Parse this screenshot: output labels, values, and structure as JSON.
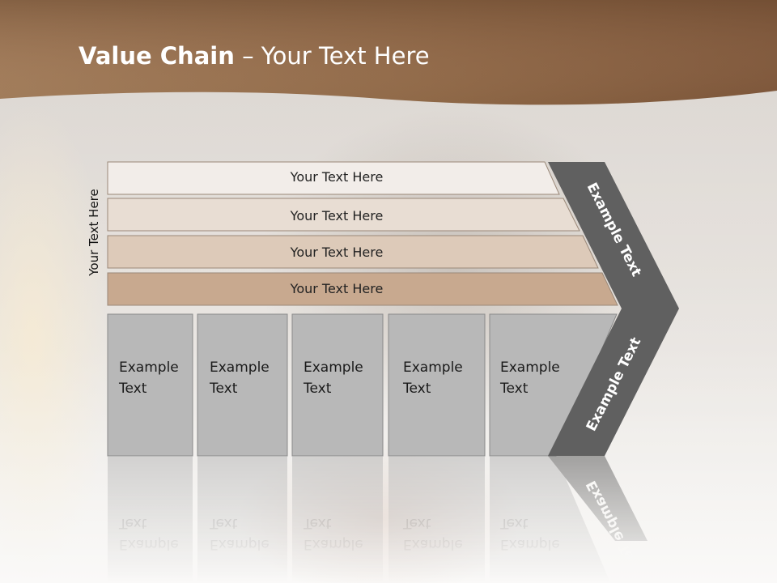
{
  "slide": {
    "title_bold": "Value Chain",
    "title_rest": " – Your Text Here",
    "side_label": "Your Text Here"
  },
  "layers": [
    {
      "label": "Your Text Here",
      "fill": "#f2ede9"
    },
    {
      "label": "Your Text Here",
      "fill": "#e8ddd3"
    },
    {
      "label": "Your Text Here",
      "fill": "#ddcab9"
    },
    {
      "label": "Your Text Here",
      "fill": "#c8a98f"
    }
  ],
  "boxes": [
    {
      "line1": "Example",
      "line2": "Text"
    },
    {
      "line1": "Example",
      "line2": "Text"
    },
    {
      "line1": "Example",
      "line2": "Text"
    },
    {
      "line1": "Example",
      "line2": "Text"
    },
    {
      "line1": "Example",
      "line2": "Text"
    }
  ],
  "chevron": {
    "upper_label": "Example Text",
    "lower_label": "Example Text",
    "fill": "#606060"
  },
  "colors": {
    "title_band": "#8f6744",
    "box_fill": "#b8b8b8",
    "box_stroke": "#8a8a8a"
  }
}
